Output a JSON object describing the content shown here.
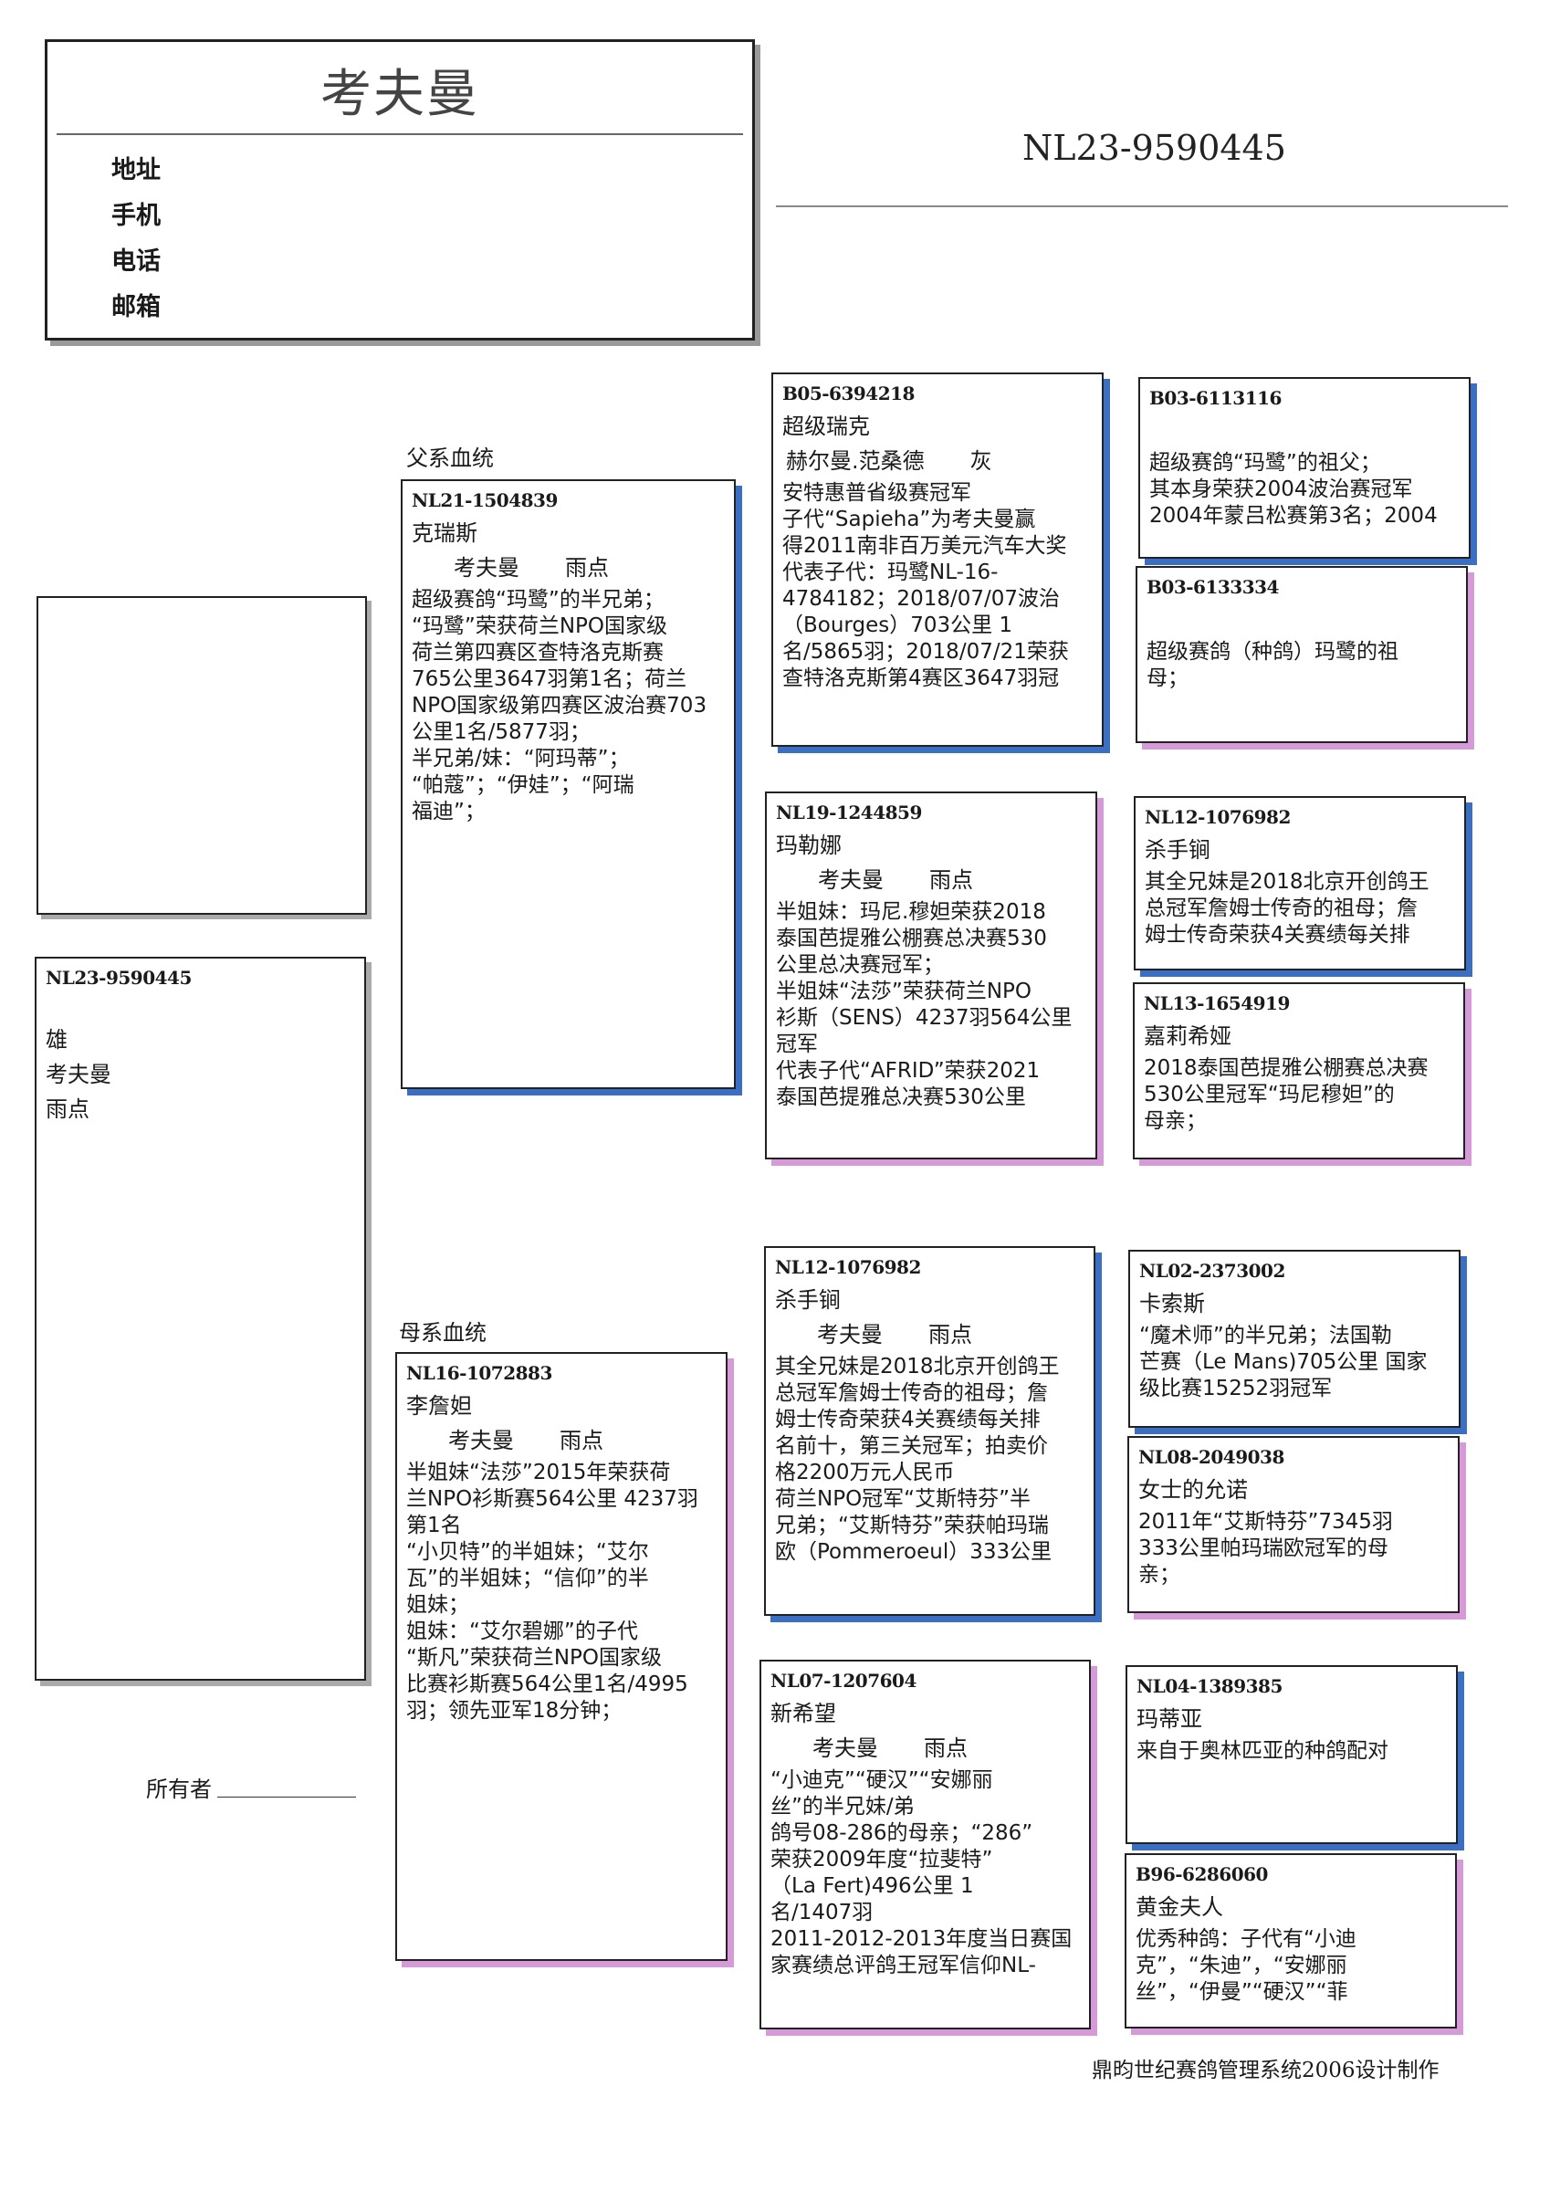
{
  "header": {
    "title": "考夫曼",
    "labels": [
      "地址",
      "手机",
      "电话",
      "邮箱"
    ]
  },
  "ring_title": "NL23-9590445",
  "subject": {
    "ring": "NL23-9590445",
    "sex": "雄",
    "owner": "考夫曼",
    "name": "雨点"
  },
  "owner_label": "所有者",
  "sire_label": "父系血统",
  "dam_label": "母系血统",
  "footer": "鼎昀世纪赛鸽管理系统2006设计制作",
  "pedigree": {
    "sire": {
      "ring": "NL21-1504839",
      "name": "克瑞斯",
      "owner": "考夫曼",
      "owner2": "雨点",
      "notes": "超级赛鸽“玛鹭”的半兄弟；\n“玛鹭”荣获荷兰NPO国家级\n荷兰第四赛区查特洛克斯赛\n765公里3647羽第1名；荷兰\nNPO国家级第四赛区波治赛703\n公里1名/5877羽；\n半兄弟/妹：“阿玛蒂”；\n“帕蔻”；“伊娃”；“阿瑞\n福迪”；"
    },
    "dam": {
      "ring": "NL16-1072883",
      "name": "李詹妲",
      "owner": "考夫曼",
      "owner2": "雨点",
      "notes": "半姐妹“法莎”2015年荣获荷\n兰NPO衫斯赛564公里 4237羽\n第1名\n“小贝特”的半姐妹；“艾尔\n瓦”的半姐妹；“信仰”的半\n姐妹；\n姐妹：“艾尔碧娜”的子代\n“斯凡”荣获荷兰NPO国家级\n比赛衫斯赛564公里1名/4995\n羽；领先亚军18分钟；"
    },
    "ss": {
      "ring": "B05-6394218",
      "name": "超级瑞克",
      "owner": "赫尔曼.范桑德",
      "owner2": "灰",
      "notes": "安特惠普省级赛冠军\n子代“Sapieha”为考夫曼赢\n得2011南非百万美元汽车大奖\n代表子代：玛鹭NL-16-\n4784182；2018/07/07波治\n（Bourges）703公里   1\n名/5865羽；2018/07/21荣获\n查特洛克斯第4赛区3647羽冠"
    },
    "sd": {
      "ring": "NL19-1244859",
      "name": "玛勒娜",
      "owner": "考夫曼",
      "owner2": "雨点",
      "notes": "半姐妹：玛尼.穆妲荣获2018\n泰国芭提雅公棚赛总决赛530\n公里总决赛冠军；\n半姐妹“法莎”荣获荷兰NPO\n衫斯（SENS）4237羽564公里\n冠军\n代表子代“AFRID”荣获2021\n泰国芭提雅总决赛530公里"
    },
    "ds": {
      "ring": "NL12-1076982",
      "name": "杀手锏",
      "owner": "考夫曼",
      "owner2": "雨点",
      "notes": "其全兄妹是2018北京开创鸽王\n总冠军詹姆士传奇的祖母；詹\n姆士传奇荣获4关赛绩每关排\n名前十，第三关冠军；拍卖价\n格2200万元人民币\n荷兰NPO冠军“艾斯特芬”半\n兄弟；“艾斯特芬”荣获帕玛瑞\n欧（Pommeroeul）333公里"
    },
    "dd": {
      "ring": "NL07-1207604",
      "name": "新希望",
      "owner": "考夫曼",
      "owner2": "雨点",
      "notes": "“小迪克”“硬汉”“安娜丽\n丝”的半兄妹/弟\n鸽号08-286的母亲；“286”\n荣获2009年度“拉斐特”\n（La Fert)496公里   1\n名/1407羽\n2011-2012-2013年度当日赛国\n家赛绩总评鸽王冠军信仰NL-"
    },
    "sss": {
      "ring": "B03-6113116",
      "name": "",
      "notes": "超级赛鸽“玛鹭”的祖父；\n其本身荣获2004波治赛冠军\n2004年蒙吕松赛第3名；2004"
    },
    "ssd": {
      "ring": "B03-6133334",
      "name": "",
      "notes": "超级赛鸽（种鸽）玛鹭的祖\n母；"
    },
    "sds": {
      "ring": "NL12-1076982",
      "name": "杀手锏",
      "notes": "其全兄妹是2018北京开创鸽王\n总冠军詹姆士传奇的祖母；詹\n姆士传奇荣获4关赛绩每关排"
    },
    "sdd": {
      "ring": "NL13-1654919",
      "name": "嘉莉希娅",
      "notes": "2018泰国芭提雅公棚赛总决赛\n530公里冠军“玛尼穆妲”的\n母亲；"
    },
    "dss": {
      "ring": "NL02-2373002",
      "name": "卡索斯",
      "notes": "“魔术师”的半兄弟；法国勒\n芒赛（Le Mans)705公里 国家\n级比赛15252羽冠军"
    },
    "dsd": {
      "ring": "NL08-2049038",
      "name": "女士的允诺",
      "notes": "2011年“艾斯特芬”7345羽\n333公里帕玛瑞欧冠军的母\n亲；"
    },
    "dds": {
      "ring": "NL04-1389385",
      "name": "玛蒂亚",
      "notes": "来自于奥林匹亚的种鸽配对"
    },
    "ddd": {
      "ring": "B96-6286060",
      "name": "黄金夫人",
      "notes": "优秀种鸽：子代有“小迪\n克”，“朱迪”，“安娜丽\n丝”，“伊曼”“硬汉”“菲"
    }
  },
  "colors": {
    "sire_shadow": "#3a6fc4",
    "dam_shadow": "#d79ad8"
  }
}
